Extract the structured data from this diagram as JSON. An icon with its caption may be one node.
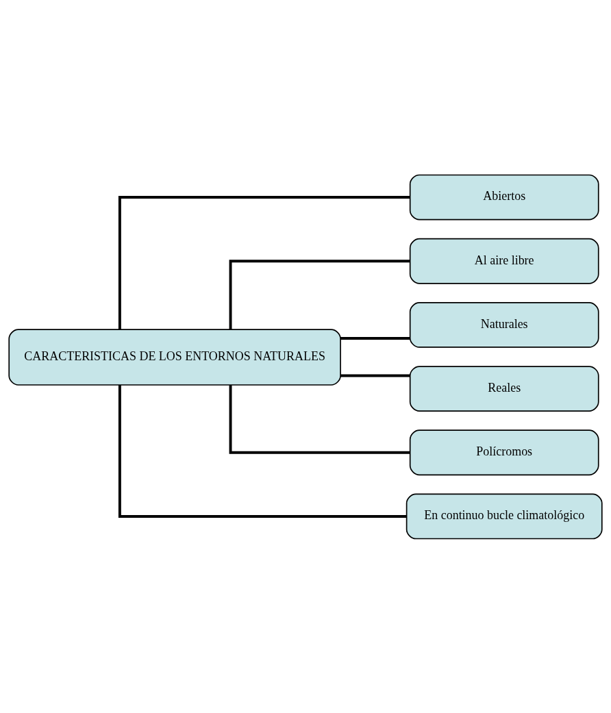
{
  "diagram": {
    "nodes": [
      {
        "text": [
          "CARACTERISTICAS DE LOS ENTORNOS NATURALES"
        ]
      },
      {
        "text": [
          "Abiertos"
        ]
      },
      {
        "text": [
          "Al aire libre"
        ]
      },
      {
        "text": [
          "Naturales"
        ]
      },
      {
        "text": [
          "Reales"
        ]
      },
      {
        "text": [
          "Polícromos"
        ]
      },
      {
        "text": [
          "En continuo bucle climatológico"
        ]
      }
    ],
    "edges": [
      {
        "from": 0,
        "to": 1,
        "arrow": "none"
      },
      {
        "from": 0,
        "to": 2,
        "arrow": "none"
      },
      {
        "from": 0,
        "to": 3,
        "arrow": "none"
      },
      {
        "from": 0,
        "to": 4,
        "arrow": "none"
      },
      {
        "from": 0,
        "to": 5,
        "arrow": "none"
      },
      {
        "from": 0,
        "to": 6,
        "arrow": "none"
      }
    ]
  }
}
